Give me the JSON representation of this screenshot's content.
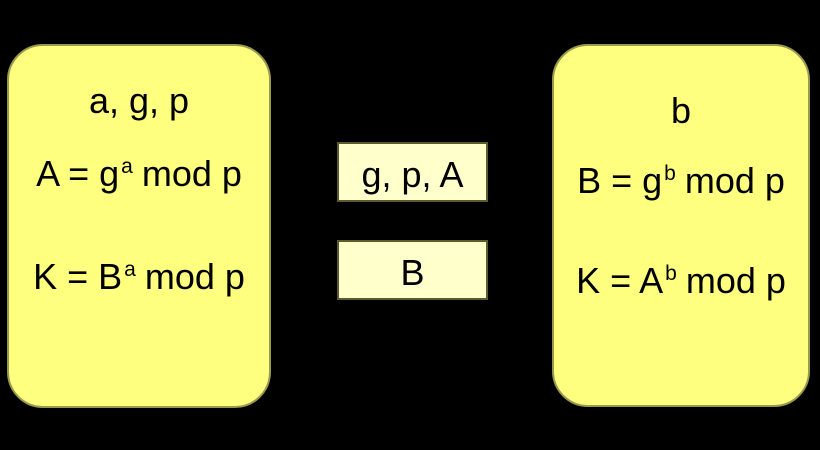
{
  "colors": {
    "background": "#000000",
    "party_box_fill": "#feff7f",
    "party_box_edge": "#9a9a4e",
    "message_box_fill": "#ffffcc",
    "message_box_edge": "#5b5b2e",
    "text": "#000000"
  },
  "left_party": {
    "known_values": "a, g, p",
    "public_formula": {
      "prefix": "A = g",
      "superscript": "a",
      "suffix": "mod p"
    },
    "key_formula": {
      "prefix": "K = B",
      "superscript": "a",
      "suffix": "mod p"
    }
  },
  "messages": [
    {
      "label": "g, p, A"
    },
    {
      "label": "B"
    }
  ],
  "right_party": {
    "known_values": "b",
    "public_formula": {
      "prefix": "B = g",
      "superscript": "b",
      "suffix": "mod p"
    },
    "key_formula": {
      "prefix": "K = A",
      "superscript": "b",
      "suffix": "mod p"
    }
  }
}
